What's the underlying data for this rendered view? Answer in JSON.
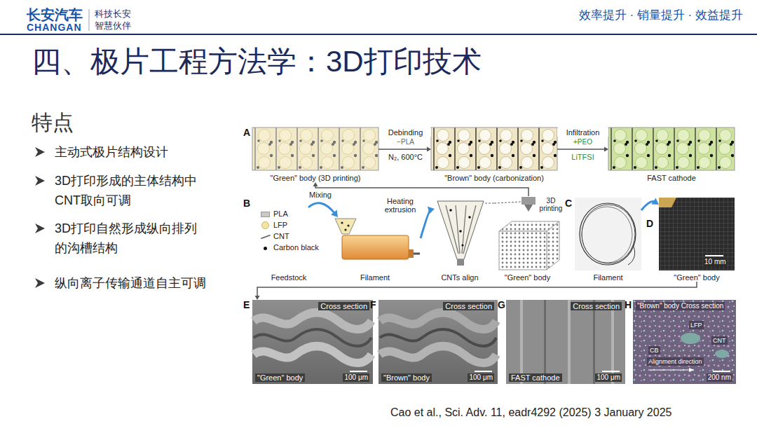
{
  "diagram": {
    "title": "四、极片工程方法学：3D打印技术",
    "caption": "Cao et al., Sci. Adv. 11, eadr4292 (2025) 3 January 2025",
    "nodes": [
      {
        "text": [
          "\"Green\" body (3D printing)"
        ]
      },
      {
        "text": [
          "\"Brown\" body (carbonization)"
        ]
      },
      {
        "text": [
          "FAST cathode"
        ]
      },
      {
        "text": [
          "Feedstock"
        ]
      },
      {
        "text": [
          "Filament"
        ]
      },
      {
        "text": [
          "CNTs align"
        ]
      },
      {
        "text": [
          "\"Green\" body"
        ]
      },
      {
        "text": [
          "Filament"
        ]
      },
      {
        "text": [
          "\"Green\" body"
        ]
      },
      {
        "text": [
          "Cross section",
          "\"Green\" body",
          "100 μm"
        ]
      },
      {
        "text": [
          "Cross section",
          "\"Brown\" body",
          "100 μm"
        ]
      },
      {
        "text": [
          "Cross section",
          "FAST cathode",
          "100 μm"
        ]
      },
      {
        "text": [
          "\"Brown\" body Cross section",
          "LFP",
          "CNT",
          "CB",
          "Alignment direction",
          "200 nm"
        ]
      }
    ],
    "edges": [
      {
        "from": 0,
        "to": 1,
        "arrow": "to",
        "label": "Debinding"
      },
      {
        "from": 1,
        "to": 2,
        "arrow": "to",
        "label": "Infiltration"
      },
      {
        "from": 3,
        "to": 4,
        "arrow": "to",
        "label": "Mixing"
      },
      {
        "from": 4,
        "to": 5,
        "arrow": "to"
      },
      {
        "from": 5,
        "to": 6,
        "arrow": "none"
      },
      {
        "from": 6,
        "to": 0,
        "arrow": "to"
      },
      {
        "from": 7,
        "to": 8,
        "arrow": "to"
      },
      {
        "from": 8,
        "to": 9,
        "arrow": "to"
      }
    ],
    "labels": [
      "长安汽车",
      "CHANGAN",
      "科技长安",
      "智慧伙伴",
      "效率提升 · 销量提升 · 效益提升",
      "特点",
      "主动式极片结构设计",
      "3D打印形成的主体结构中 CNT取向可调",
      "3D打印自然形成纵向排列 的沟槽结构",
      "纵向离子传输通道自主可调",
      "A",
      "−PLA",
      "N₂, 600°C",
      "+PEO",
      "LiTFSI",
      "B",
      "Heating extrusion",
      "3D printing",
      "C",
      "D",
      "10 mm",
      "E",
      "F",
      "G",
      "H"
    ],
    "legend": [
      {
        "text": "PLA",
        "color": "#c9c9c9"
      },
      {
        "text": "LFP",
        "color": "#f3e4a4"
      },
      {
        "text": "CNT"
      },
      {
        "text": "Carbon black",
        "color": "#111111"
      }
    ]
  }
}
